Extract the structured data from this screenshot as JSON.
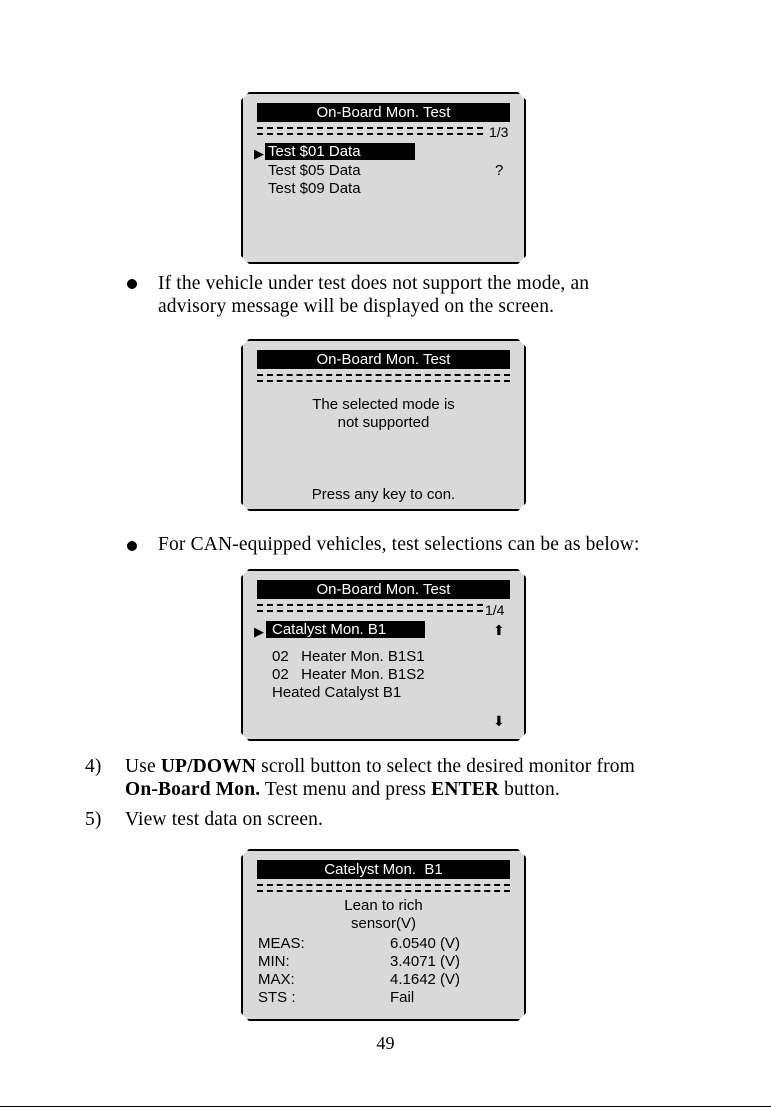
{
  "screen1": {
    "title": "On-Board Mon. Test",
    "page": "1/3",
    "items": [
      "Test $01 Data",
      "Test $05 Data",
      "Test $09 Data"
    ],
    "item_note": "?"
  },
  "para1": {
    "line1": "If the vehicle under test does not support the mode, an",
    "line2": "advisory message will be displayed on the screen."
  },
  "screen2": {
    "title": "On-Board Mon. Test",
    "message_line1": "The selected mode is",
    "message_line2": "not supported",
    "prompt": "Press any key to con."
  },
  "para2": {
    "line1": "For CAN-equipped vehicles, test selections can be as below:"
  },
  "screen3": {
    "title": "On-Board Mon. Test",
    "page": "1/4",
    "items": [
      "Catalyst Mon. B1",
      "02   Heater Mon. B1S1",
      "02   Heater Mon. B1S2",
      "Heated Catalyst B1"
    ]
  },
  "step4": {
    "number": "4)",
    "text_a": "Use ",
    "bold_a": "UP/DOWN",
    "text_b": " scroll button to select the desired monitor from",
    "bold_b": "On-Board Mon.",
    "text_c": " Test menu and press ",
    "bold_c": "ENTER",
    "text_d": " button."
  },
  "step5": {
    "number": "5)",
    "text": "View test data on screen."
  },
  "screen4": {
    "title": "Catelyst Mon.  B1",
    "subtitle_line1": "Lean to rich",
    "subtitle_line2": "sensor(V)",
    "rows": [
      {
        "label": "MEAS:",
        "value": "6.0540 (V)"
      },
      {
        "label": "MIN:",
        "value": "3.4071 (V)"
      },
      {
        "label": "MAX:",
        "value": "4.1642 (V)"
      },
      {
        "label": "STS :",
        "value": "Fail"
      }
    ]
  },
  "page_number": "49"
}
